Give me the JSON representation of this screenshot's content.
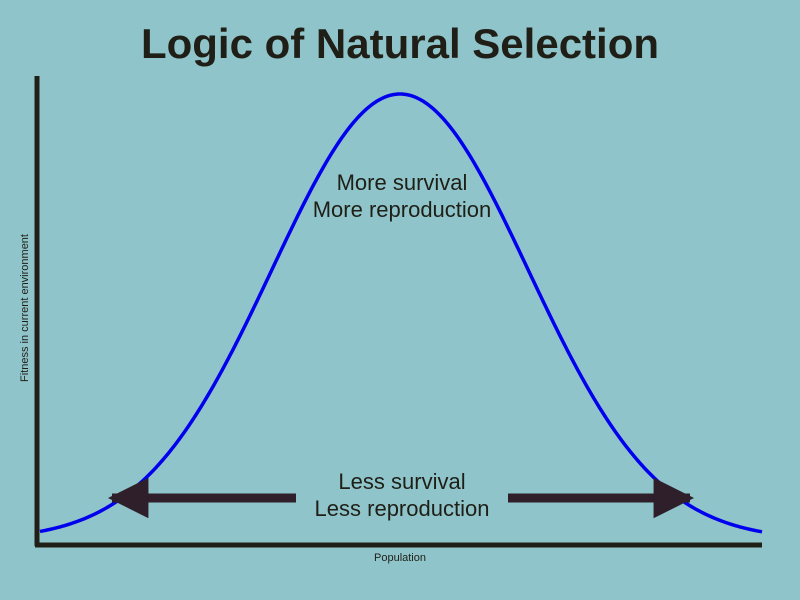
{
  "slide": {
    "title": "Logic of Natural Selection",
    "y_axis_label": "Fitness in current environment",
    "x_axis_label": "Population",
    "peak_annotation": [
      "More survival",
      "More reproduction"
    ],
    "tails_annotation": [
      "Less survival",
      "Less reproduction"
    ]
  },
  "colors": {
    "background": "#8fc5ca",
    "curve": "#0000ee",
    "axes": "#1f1f17",
    "arrows": "#2e1f2a",
    "text": "#1f1f17"
  }
}
